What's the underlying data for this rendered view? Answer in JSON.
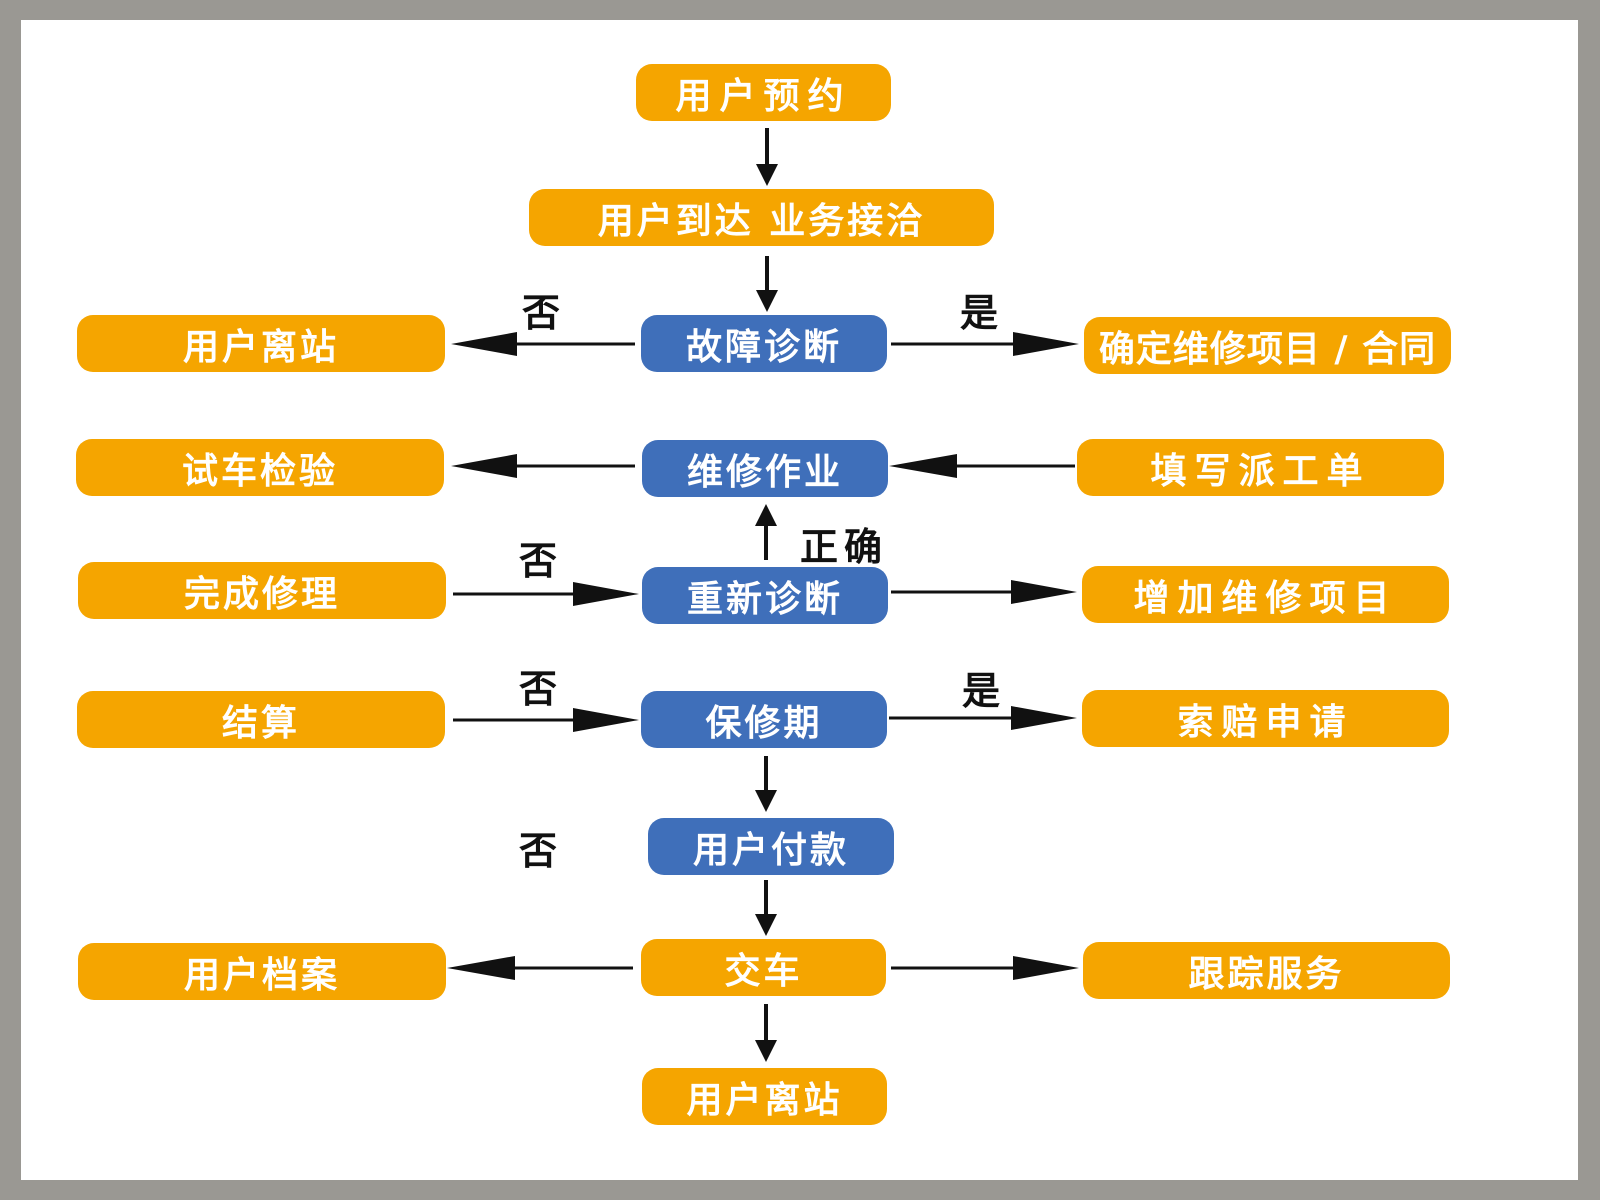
{
  "colors": {
    "process": "#f5a500",
    "decision": "#3f6fba",
    "arrow": "#111111",
    "text": "#ffffff"
  },
  "nodes": {
    "user_booking": "用户预约",
    "user_arrival": "用户到达 业务接洽",
    "fault_diagnosis": "故障诊断",
    "user_leave_1": "用户离站",
    "confirm_items": "确定维修项目 / 合同",
    "repair_work": "维修作业",
    "test_drive": "试车检验",
    "fill_work_order": "填写派工单",
    "complete_repair": "完成修理",
    "rediagnosis": "重新诊断",
    "add_items": "增加维修项目",
    "settlement": "结算",
    "warranty": "保修期",
    "claim_request": "索赔申请",
    "user_payment": "用户付款",
    "delivery": "交车",
    "user_archive": "用户档案",
    "follow_up": "跟踪服务",
    "user_leave_2": "用户离站"
  },
  "labels": {
    "no_1": "否",
    "yes_1": "是",
    "correct": "正确",
    "no_2": "否",
    "no_3": "否",
    "yes_2": "是",
    "no_4": "否"
  }
}
